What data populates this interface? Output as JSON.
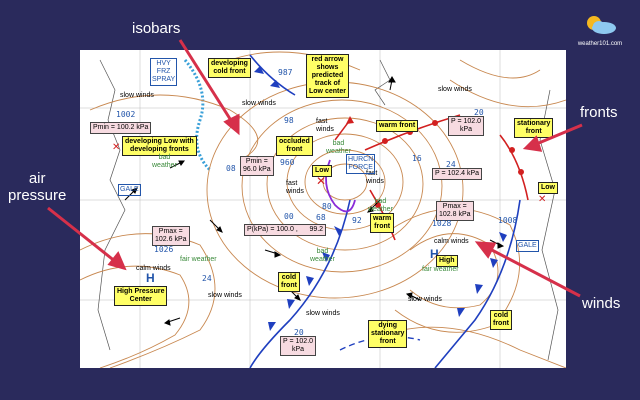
{
  "logo": {
    "text": "weather101.com"
  },
  "callouts": {
    "isobars": "isobars",
    "fronts": "fronts",
    "air_pressure": "air\npressure",
    "winds": "winds"
  },
  "boxes": {
    "developing_cold_front": "developing\ncold front",
    "red_arrow": "red arrow\nshows\npredicted\ntrack of\nLow center",
    "warm_front_top": "warm front",
    "stationary_front_right": "stationary\nfront",
    "developing_low": "developing Low with\ndeveloping fronts",
    "occluded_front": "occluded\nfront",
    "low_center": "Low",
    "low_right": "Low",
    "warm_front_mid": "warm\nfront",
    "high_center": "High",
    "high_pressure_center": "High Pressure\nCenter",
    "cold_front_mid": "cold\nfront",
    "dying_stationary": "dying\nstationary\nfront",
    "cold_front_right": "cold\nfront"
  },
  "pressure_boxes": {
    "pmin_left": "Pmin = 100.2 kPa",
    "pmin_center": "Pmin =\n96.0 kPa",
    "p_right_top": "P = 102.0\nkPa",
    "p_right_mid": "P = 102.4 kPa",
    "pmax_right": "Pmax =\n102.8 kPa",
    "pmax_left": "Pmax =\n102.6 kPa",
    "p_scale": "P(kPa) = 100.0 ,      99.2",
    "p_bottom": "P = 102.0\nkPa"
  },
  "wind_labels": [
    "slow winds",
    "slow winds",
    "fast\nwinds",
    "fast\nwinds",
    "fast\nwinds",
    "slow winds",
    "calm winds",
    "calm winds",
    "slow winds",
    "slow winds",
    "slow winds"
  ],
  "weather_labels": {
    "bad_left": "bad\nweather",
    "bad_center": "bad\nweather",
    "bad_right": "bad\nweather",
    "bad_bottom": "bad\nweather",
    "fair_left": "fair weather",
    "fair_right": "fair weather"
  },
  "isobar_values": [
    "1002",
    "987",
    "98",
    "960",
    "08",
    "1026",
    "1028",
    "1008",
    "16",
    "24",
    "24",
    "20",
    "92",
    "20",
    "80",
    "00",
    "68"
  ],
  "map_tags": {
    "hvy_frz_spray": "HVY\nFRZ\nSPRAY",
    "hurcn_force": "HURCN\nFORCE",
    "gale_left": "GALE",
    "gale_right": "GALE"
  },
  "colors": {
    "background": "#2a2a5c",
    "isobar": "#c88850",
    "cold_front": "#1f3fbf",
    "warm_front": "#d22020",
    "occluded_front": "#8a2bd8",
    "callout_arrow": "#d6304a",
    "label_box": "#ffff66",
    "pressure_box": "#f7dbe1"
  }
}
